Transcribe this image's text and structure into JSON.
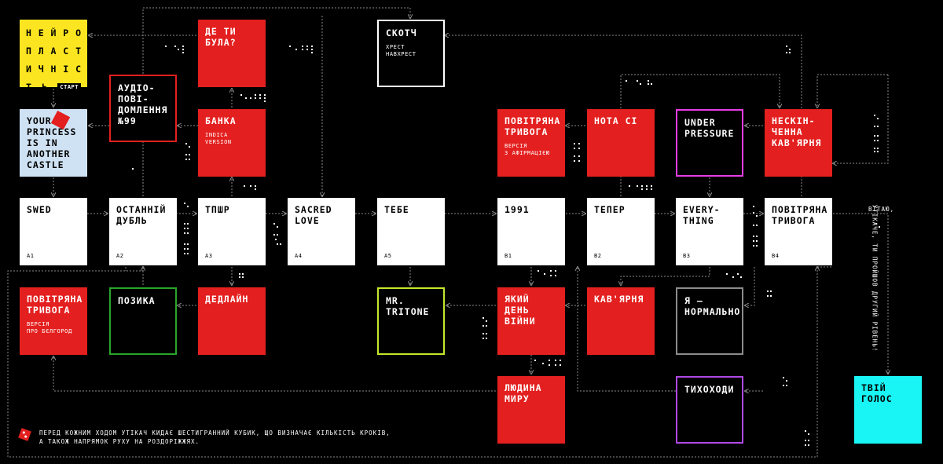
{
  "logo": {
    "rows": [
      [
        "Н",
        "Е",
        "Й",
        "Р",
        "О"
      ],
      [
        "П",
        "Л",
        "А",
        "С",
        "Т"
      ],
      [
        "И",
        "Ч",
        "Н",
        "І",
        "С"
      ]
    ],
    "last_row_chars": [
      "Т",
      "Ь"
    ],
    "badge": "СТАРТ"
  },
  "tiles": {
    "princess": {
      "title": "YOUR\nPRINCESS\nIS IN\nANOTHER\nCASTLE"
    },
    "audio": {
      "title": "АУДІО-\nПОВІ-\nДОМЛЕННЯ\n№99"
    },
    "de_ty_bula": {
      "title": "ДЕ ТИ\nБУЛА?"
    },
    "bankа": {
      "title": "БАНКА",
      "subtitle": "INDICA\nVERSION"
    },
    "skotch": {
      "title": "СКОТЧ",
      "subtitle": "ХРЕСТ\nНАВХРЕСТ"
    },
    "povitriana_top": {
      "title": "ПОВІТРЯНА\nТРИВОГА",
      "subtitle": "ВЕРСІЯ\nЗ АФІРМАЦІЄЮ"
    },
    "nota_si": {
      "title": "НОТА СІ"
    },
    "under_pressure": {
      "title": "UNDER\nPRESSURE"
    },
    "neskinchenna": {
      "title": "НЕСКІН-\nЧЕННА\nКАВ'ЯРНЯ"
    },
    "swed": {
      "title": "SWED",
      "code": "A1"
    },
    "ostanniy": {
      "title": "ОСТАННІЙ\nДУБЛЬ",
      "code": "A2"
    },
    "tpshchr": {
      "title": "ТПШР",
      "code": "A3"
    },
    "sacred": {
      "title": "SACRED\nLOVE",
      "code": "A4"
    },
    "tebe": {
      "title": "ТЕБЕ",
      "code": "A5"
    },
    "b1991": {
      "title": "1991",
      "code": "B1"
    },
    "teper": {
      "title": "ТЕПЕР",
      "code": "B2"
    },
    "everything": {
      "title": "EVERY-\nTHING",
      "code": "B3"
    },
    "povitriana_b4": {
      "title": "ПОВІТРЯНА\nТРИВОГА",
      "code": "B4"
    },
    "povitriana_bot": {
      "title": "ПОВІТРЯНА\nТРИВОГА",
      "subtitle": "ВЕРСІЯ\nПРО БЄЛГОРОД"
    },
    "pozyka": {
      "title": "ПОЗИКА"
    },
    "dedlain": {
      "title": "ДЕДЛАЙН"
    },
    "tritone": {
      "title": "MR.\nTRITONE"
    },
    "yakyi_den": {
      "title": "ЯКИЙ\nДЕНЬ\nВІЙНИ"
    },
    "kavyarnia": {
      "title": "КАВ'ЯРНЯ"
    },
    "ya_normalno": {
      "title": "Я —\nНОРМАЛЬНО"
    },
    "liudyna": {
      "title": "ЛЮДИНА\nМИРУ"
    },
    "tykhokhody": {
      "title": "ТИХОХОДИ"
    },
    "tviy_holos": {
      "title": "ТВІЙ\nГОЛОС"
    }
  },
  "win_text": {
    "line1": "ВІТАЮ,",
    "line2": "УТІКАЧЕ, ТИ ПРОЙШОВ ДРУГИЙ РІВЕНЬ!"
  },
  "footer": "ПЕРЕД КОЖНИМ ХОДОМ УТІКАЧ КИДАЄ ШЕСТИГРАННИЙ КУБИК, ЩО ВИЗНАЧАЄ КІЛЬКІСТЬ КРОКІВ,\nА ТАКОЖ НАПРЯМОК РУХУ НА РОЗДОРІЖЖЯХ.",
  "colors": {
    "red": "#e3201f",
    "yellow": "#fbe521",
    "cyan": "#19f5f5",
    "light_blue": "#cfe2f3",
    "green": "#2aa52a",
    "lime": "#c4e82c",
    "magenta": "#e63de6",
    "violet": "#b148e6",
    "grey": "#8c8c8c",
    "line": "#8a8a8a"
  }
}
